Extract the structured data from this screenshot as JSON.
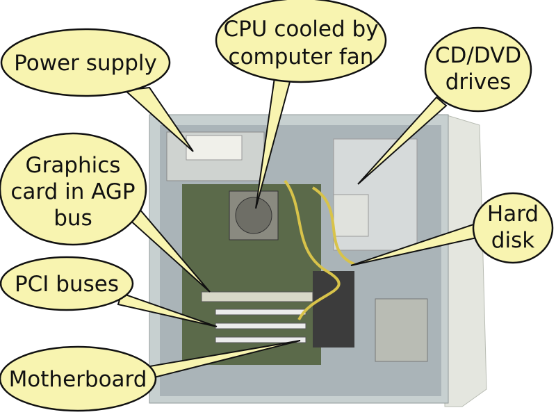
{
  "title": "Computer case internals",
  "colors": {
    "bubble": "#f8f4b0",
    "case": "#c9d2d2"
  },
  "labels": {
    "power_supply": [
      "Power supply"
    ],
    "cpu": [
      "CPU cooled by",
      "computer fan"
    ],
    "cd_dvd": [
      "CD/DVD",
      "drives"
    ],
    "graphics": [
      "Graphics",
      "card in AGP",
      "bus"
    ],
    "hard_disk": [
      "Hard",
      "disk"
    ],
    "pci": [
      "PCI buses"
    ],
    "motherboard": [
      "Motherboard"
    ]
  }
}
